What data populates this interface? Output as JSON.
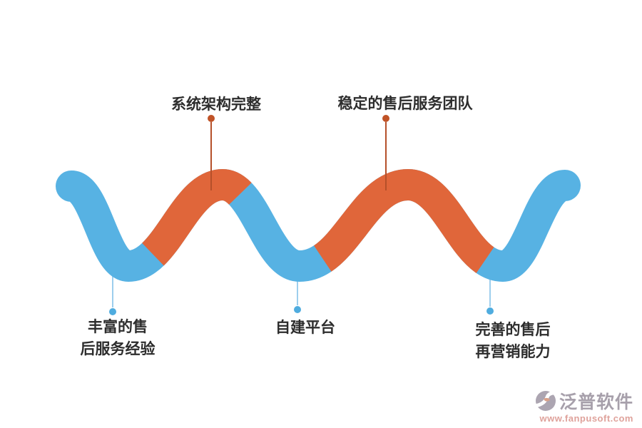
{
  "colors": {
    "background": "#ffffff",
    "wave_blue": "#57b2e3",
    "wave_orange": "#e0663a",
    "connector_orange_line": "#b5502a",
    "connector_orange_dot": "#c05327",
    "connector_blue_line": "#9dceed",
    "connector_blue_dot": "#4facdf",
    "label_text": "#2d2d2d",
    "logo_gray": "#a7a0ab",
    "logo_url_pink": "#dfa29b"
  },
  "callouts": {
    "top": [
      {
        "label": "系统架构完整"
      },
      {
        "label": "稳定的售后服务团队"
      }
    ],
    "bottom": [
      {
        "lines": [
          "丰富的售",
          "后服务经验"
        ]
      },
      {
        "lines": [
          "自建平台"
        ]
      },
      {
        "lines": [
          "完善的售后",
          "再营销能力"
        ]
      }
    ]
  },
  "logo": {
    "name": "泛普软件",
    "url": "www.fanpusoft.com"
  }
}
